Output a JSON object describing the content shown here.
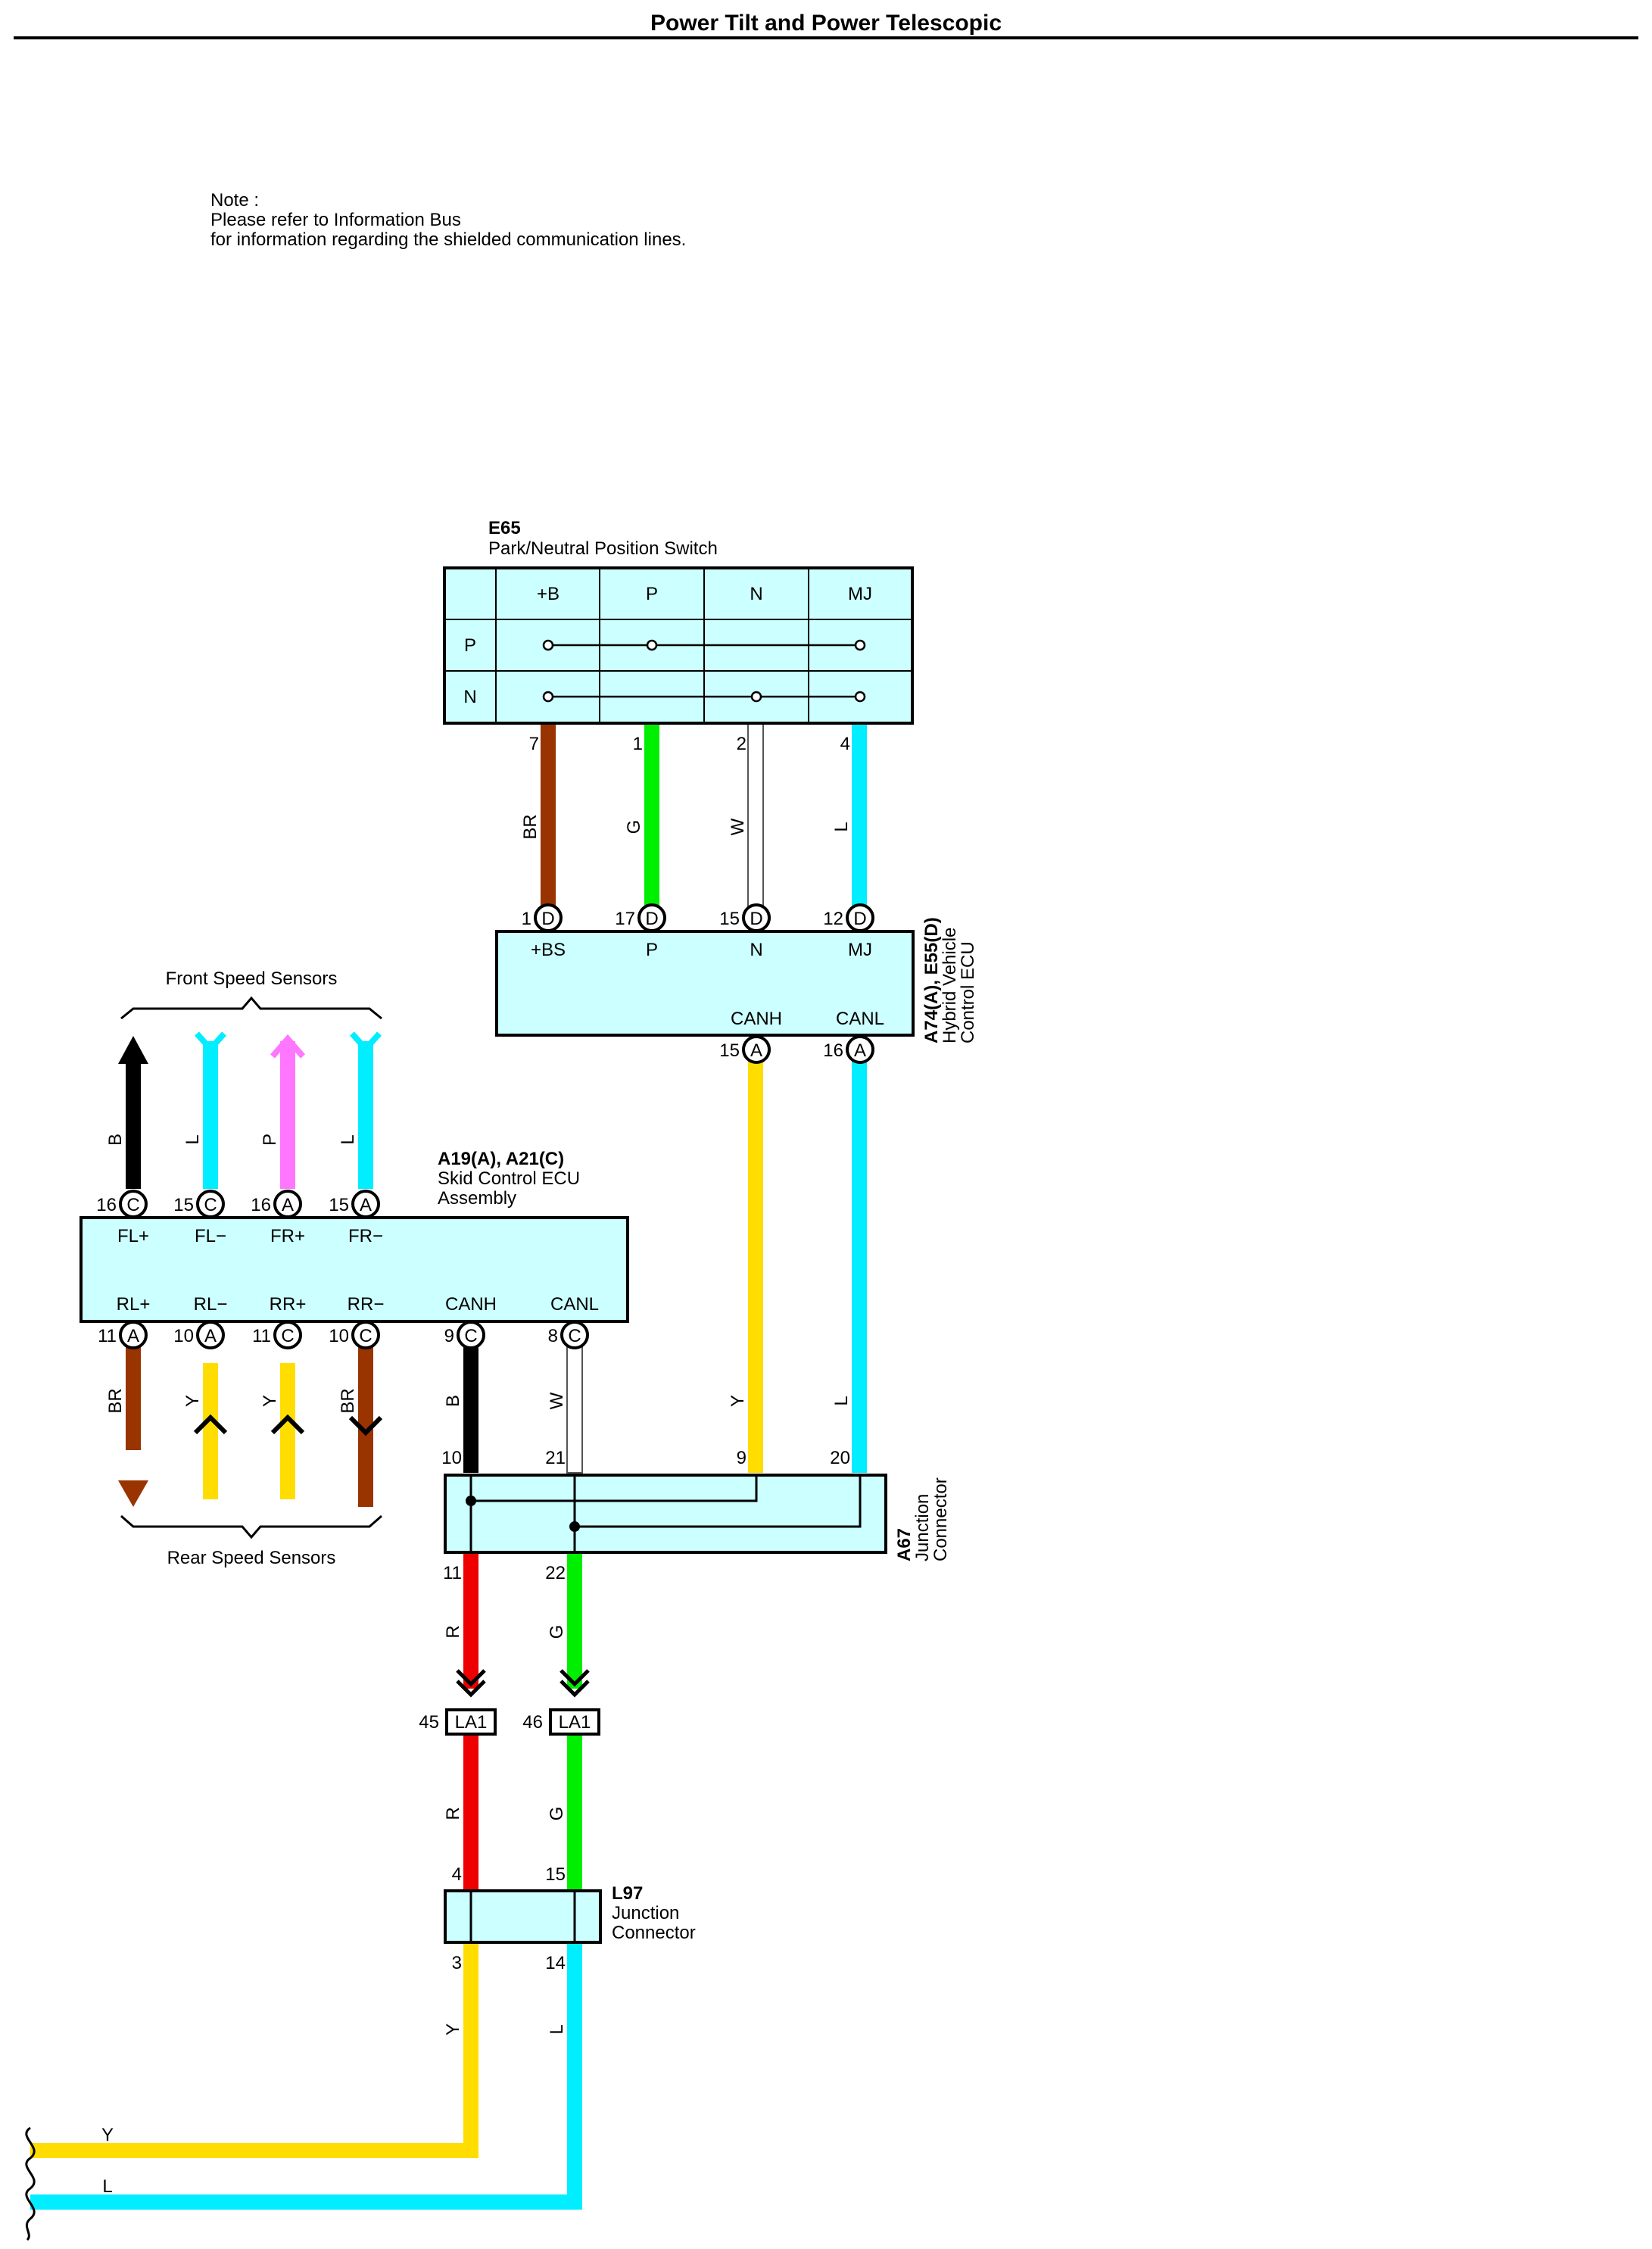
{
  "title": "Power Tilt and Power Telescopic",
  "note": {
    "line1": "Note :",
    "line2": "Please refer to Information Bus",
    "line3": "for information regarding the shielded communication lines."
  },
  "e65": {
    "id": "E65",
    "name": "Park/Neutral Position Switch",
    "columns": [
      "+B",
      "P",
      "N",
      "MJ"
    ],
    "rows": [
      "P",
      "N"
    ],
    "pins": [
      "7",
      "1",
      "2",
      "4"
    ],
    "wires": [
      "BR",
      "G",
      "W",
      "L"
    ]
  },
  "hv_ecu": {
    "id": "A74(A), E55(D)",
    "name1": "Hybrid Vehicle",
    "name2": "Control ECU",
    "top_pins": [
      "1",
      "17",
      "15",
      "12"
    ],
    "top_conn": "D",
    "top_labels": [
      "+BS",
      "P",
      "N",
      "MJ"
    ],
    "bottom_labels": [
      "CANH",
      "CANL"
    ],
    "bottom_pins": [
      "15",
      "16"
    ],
    "bottom_conn": "A",
    "wires": [
      "Y",
      "L"
    ]
  },
  "front_sensors": {
    "label": "Front Speed Sensors",
    "wires": [
      "B",
      "L",
      "P",
      "L"
    ]
  },
  "skid_ecu": {
    "id": "A19(A), A21(C)",
    "name1": "Skid Control ECU",
    "name2": "Assembly",
    "top_pins": [
      "16",
      "15",
      "16",
      "15"
    ],
    "top_conns": [
      "C",
      "C",
      "A",
      "A"
    ],
    "top_labels": [
      "FL+",
      "FL−",
      "FR+",
      "FR−"
    ],
    "bottom_labels": [
      "RL+",
      "RL−",
      "RR+",
      "RR−",
      "CANH",
      "CANL"
    ],
    "bottom_pins": [
      "11",
      "10",
      "11",
      "10",
      "9",
      "8"
    ],
    "bottom_conns": [
      "A",
      "A",
      "C",
      "C",
      "C",
      "C"
    ],
    "bottom_wires": [
      "BR",
      "Y",
      "Y",
      "BR",
      "B",
      "W"
    ]
  },
  "rear_sensors": {
    "label": "Rear Speed Sensors"
  },
  "a67": {
    "id": "A67",
    "name1": "Junction",
    "name2": "Connector",
    "top_pins": [
      "10",
      "21",
      "9",
      "20"
    ],
    "bottom_pins": [
      "11",
      "22"
    ],
    "bottom_wires": [
      "R",
      "G"
    ]
  },
  "la1": {
    "pins": [
      "45",
      "46"
    ],
    "label": "LA1",
    "wires": [
      "R",
      "G"
    ]
  },
  "l97": {
    "id": "L97",
    "name1": "Junction",
    "name2": "Connector",
    "top_pins": [
      "4",
      "15"
    ],
    "bottom_pins": [
      "3",
      "14"
    ],
    "wires": [
      "Y",
      "L"
    ]
  },
  "output_wires": [
    "Y",
    "L"
  ],
  "colors": {
    "box_fill": "#CCFFFF",
    "BR": "#993300",
    "G": "#00EE00",
    "W": "#FFFFFF",
    "L": "#00EEFF",
    "Y": "#FFDD00",
    "B": "#000000",
    "P": "#FF77FF",
    "R": "#EE0000"
  }
}
